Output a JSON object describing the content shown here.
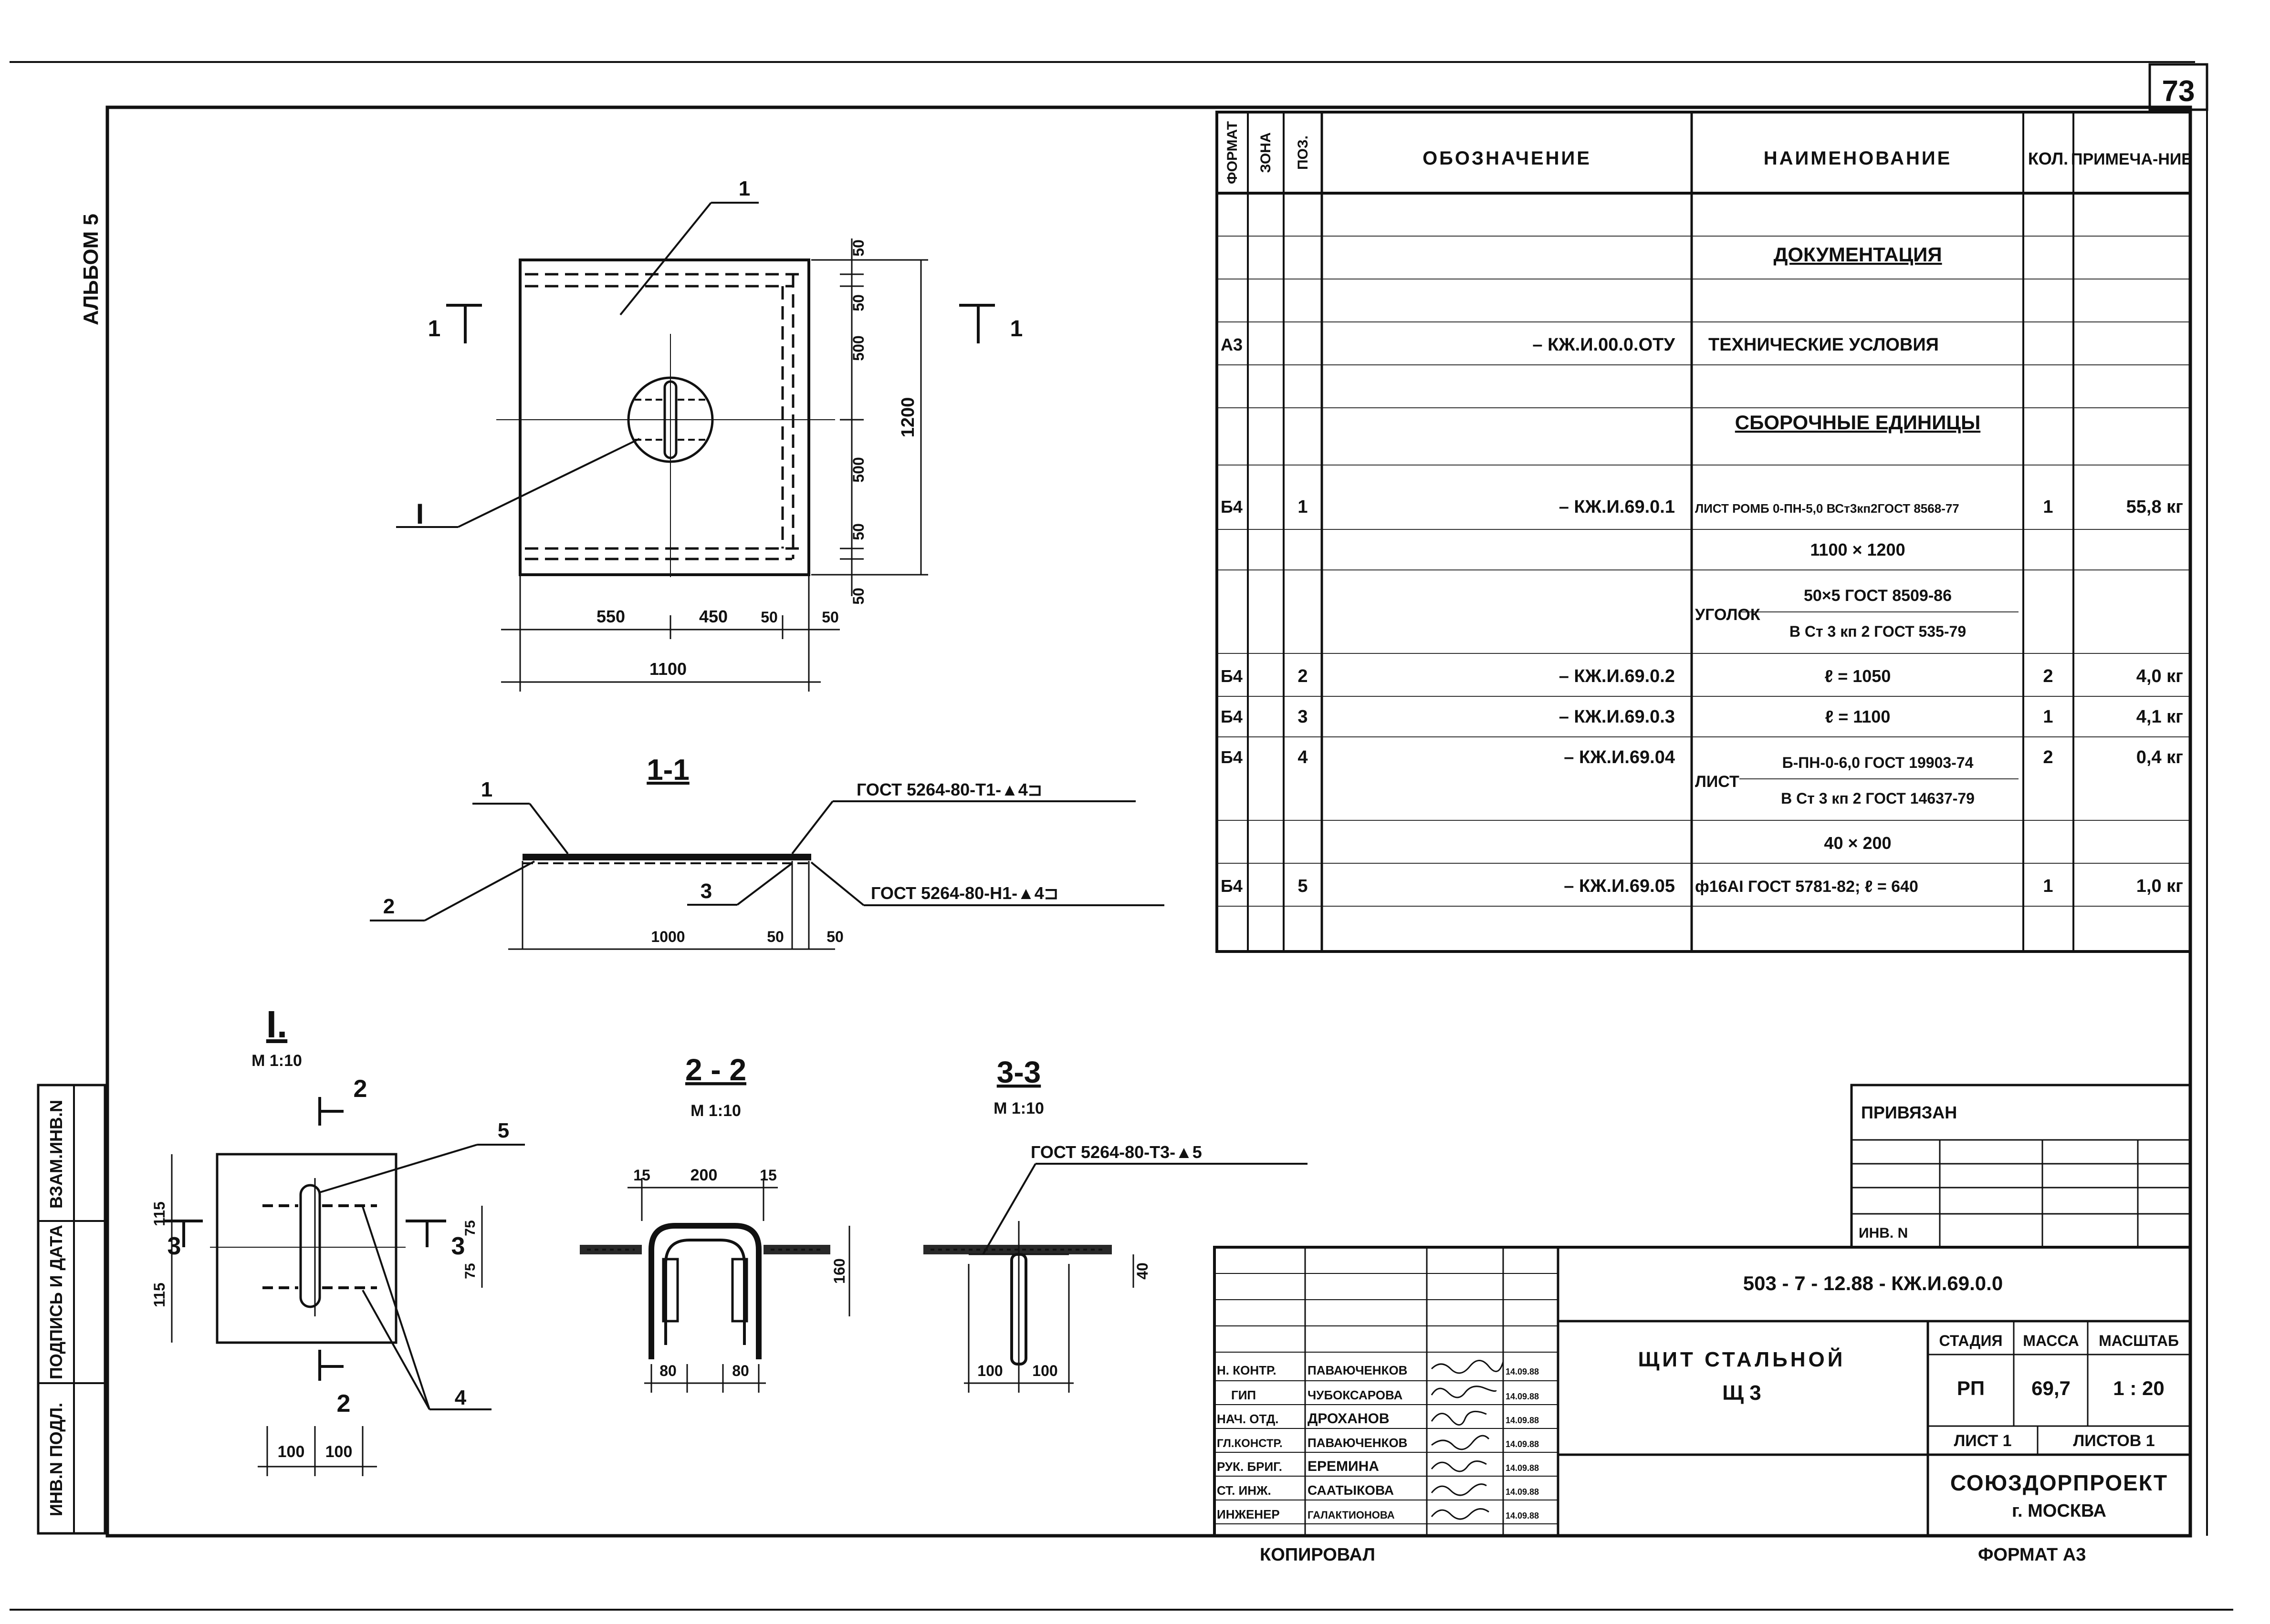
{
  "page_number": "73",
  "album": "АЛЬБОМ 5",
  "side_stamp": [
    "ИНВ.N ПОДЛ.",
    "ПОДПИСЬ И ДАТА",
    "ВЗАМ.ИНВ.N"
  ],
  "spec": {
    "headers": {
      "format": "ФОРМАТ",
      "zone": "ЗОНА",
      "pos": "ПОЗ.",
      "designation": "ОБОЗНАЧЕНИЕ",
      "name": "НАИМЕНОВАНИЕ",
      "qty": "КОЛ.",
      "note": "ПРИМЕЧА-НИЕ"
    },
    "section_doc": "ДОКУМЕНТАЦИЯ",
    "section_asm": "СБОРОЧНЫЕ ЕДИНИЦЫ",
    "rows": [
      {
        "format": "А3",
        "pos": "",
        "designation": "– КЖ.И.00.0.ОТУ",
        "name": "ТЕХНИЧЕСКИЕ УСЛОВИЯ",
        "qty": "",
        "note": ""
      },
      {
        "format": "Б4",
        "pos": "1",
        "designation": "– КЖ.И.69.0.1",
        "name": "ЛИСТ РОМБ 0-ПН-5,0 ВСт3кп2ГОСТ 8568-77",
        "qty": "1",
        "note": "55,8 кг"
      },
      {
        "format": "",
        "pos": "",
        "designation": "",
        "name": "1100 × 1200",
        "qty": "",
        "note": ""
      },
      {
        "format": "",
        "pos": "",
        "designation": "",
        "name_prefix": "УГОЛОК",
        "name_top": "50×5 ГОСТ 8509-86",
        "name_bottom": "В Ст 3 кп 2 ГОСТ 535-79",
        "qty": "",
        "note": ""
      },
      {
        "format": "Б4",
        "pos": "2",
        "designation": "– КЖ.И.69.0.2",
        "name": "ℓ = 1050",
        "qty": "2",
        "note": "4,0 кг"
      },
      {
        "format": "Б4",
        "pos": "3",
        "designation": "– КЖ.И.69.0.3",
        "name": "ℓ = 1100",
        "qty": "1",
        "note": "4,1 кг"
      },
      {
        "format": "Б4",
        "pos": "4",
        "designation": "– КЖ.И.69.04",
        "name_prefix": "ЛИСТ",
        "name_top": "Б-ПН-0-6,0 ГОСТ 19903-74",
        "name_bottom": "В Ст 3 кп 2 ГОСТ 14637-79",
        "qty": "2",
        "note": "0,4 кг"
      },
      {
        "format": "",
        "pos": "",
        "designation": "",
        "name": "40 × 200",
        "qty": "",
        "note": ""
      },
      {
        "format": "Б4",
        "pos": "5",
        "designation": "– КЖ.И.69.05",
        "name": "ф16АI ГОСТ 5781-82; ℓ = 640",
        "qty": "1",
        "note": "1,0 кг"
      }
    ]
  },
  "plan": {
    "dims_right": [
      "50",
      "50",
      "500",
      "500",
      "50",
      "50"
    ],
    "dim_total_h": "1200",
    "dims_bottom": [
      "550",
      "450",
      "50",
      "50"
    ],
    "dim_total_w": "1100",
    "callout": "1",
    "section_mark": "1",
    "node_mark": "I"
  },
  "section11": {
    "title": "1-1",
    "weld_top": "ГОСТ 5264-80-Т1-▲4⊐",
    "weld_bottom": "ГОСТ 5264-80-Н1-▲4⊐",
    "callouts": [
      "1",
      "2",
      "3"
    ],
    "dims": [
      "1000",
      "50",
      "50"
    ]
  },
  "nodeI": {
    "title": "I.",
    "scale": "М 1:10",
    "callouts": [
      "5",
      "4"
    ],
    "marks": [
      "2",
      "3"
    ],
    "dims_left": [
      "115",
      "115"
    ],
    "dims_right": [
      "75",
      "75"
    ],
    "dims_bottom": [
      "100",
      "100"
    ]
  },
  "sec22": {
    "title": "2 - 2",
    "scale": "М 1:10",
    "dims_top": [
      "15",
      "200",
      "15"
    ],
    "dim_right": "160",
    "dims_bottom": [
      "80",
      "80"
    ]
  },
  "sec33": {
    "title": "3-3",
    "scale": "М 1:10",
    "weld": "ГОСТ 5264-80-Т3-▲5",
    "dim_right": "40",
    "dims_bottom": [
      "100",
      "100"
    ]
  },
  "attached": {
    "label": "ПРИВЯЗАН",
    "inv": "ИНВ. N"
  },
  "titleblock": {
    "code": "503 - 7 - 12.88 - КЖ.И.69.0.0",
    "title_line1": "ЩИТ СТАЛЬНОЙ",
    "title_line2": "Щ 3",
    "stage_label": "СТАДИЯ",
    "mass_label": "МАССА",
    "scale_label": "МАСШТАБ",
    "stage": "РП",
    "mass": "69,7",
    "scale": "1 : 20",
    "sheet": "ЛИСТ 1",
    "sheets": "ЛИСТОВ 1",
    "org": "СОЮЗДОРПРОЕКТ",
    "city": "г. МОСКВА",
    "signers": [
      {
        "role": "Н. КОНТР.",
        "name": "ПАВАЮЧЕНКОВ",
        "date": "14.09.88"
      },
      {
        "role": "ГИП",
        "name": "ЧУБОКСАРОВА",
        "date": "14.09.88"
      },
      {
        "role": "НАЧ. ОТД.",
        "name": "ДРОХАНОВ",
        "date": "14.09.88"
      },
      {
        "role": "ГЛ.КОНСТР.",
        "name": "ПАВАЮЧЕНКОВ",
        "date": "14.09.88"
      },
      {
        "role": "РУК. БРИГ.",
        "name": "ЕРЕМИНА",
        "date": "14.09.88"
      },
      {
        "role": "СТ. ИНЖ.",
        "name": "СААТЫКОВА",
        "date": "14.09.88"
      },
      {
        "role": "ИНЖЕНЕР",
        "name": "ГАЛАКТИОНОВА",
        "date": "14.09.88"
      }
    ],
    "copied": "КОПИРОВАЛ",
    "format": "ФОРМАТ А3"
  }
}
